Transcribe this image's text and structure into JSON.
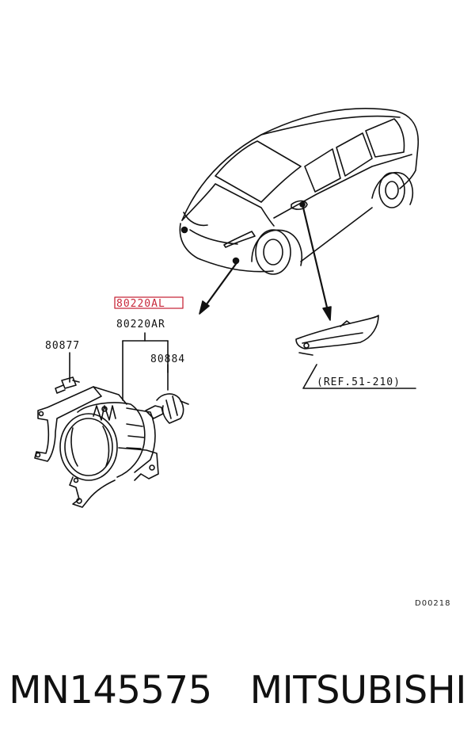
{
  "labels": {
    "part_highlight": "80220AL",
    "part_right": "80220AR",
    "bolt": "80877",
    "bulb": "80884",
    "reference": "(REF.51-210)",
    "diagram_code": "D00218"
  },
  "footer": {
    "part_number": "MN145575",
    "brand": "MITSUBISHI"
  },
  "colors": {
    "highlight": "#c8283a",
    "ink": "#111111"
  }
}
